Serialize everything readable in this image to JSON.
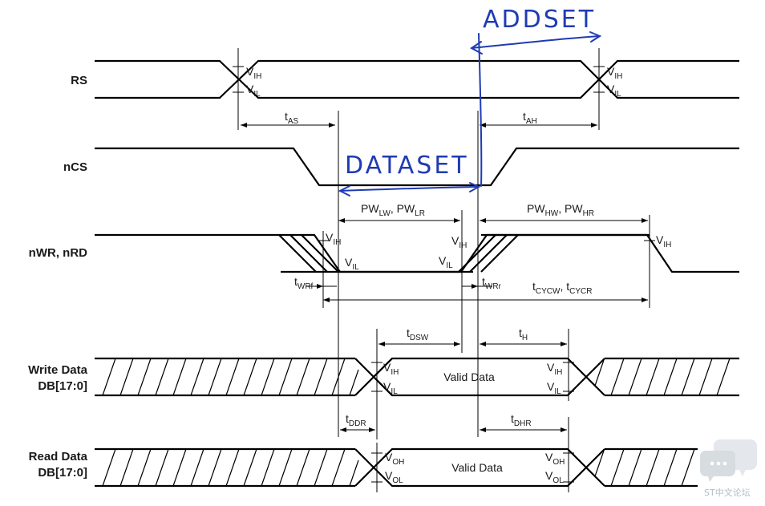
{
  "signals": {
    "rs": "RS",
    "ncs": "nCS",
    "nwr": "nWR, nRD",
    "write_data_1": "Write Data",
    "write_data_2": "DB[17:0]",
    "read_data_1": "Read Data",
    "read_data_2": "DB[17:0]"
  },
  "levels": {
    "v": "V",
    "ih": "IH",
    "il": "IL",
    "oh": "OH",
    "ol": "OL"
  },
  "timing": {
    "t": "t",
    "as": "AS",
    "ah": "AH",
    "pw": "PW",
    "lw": "LW",
    "lr": "LR",
    "hw": "HW",
    "hr": "HR",
    "comma": ", ",
    "wrf": "WRf",
    "wrr": "WRr",
    "cycw": "CYCW",
    "cycr": "CYCR",
    "dsw": "DSW",
    "h": "H",
    "ddr": "DDR",
    "dhr": "DHR"
  },
  "data_labels": {
    "valid_data": "Valid Data"
  },
  "annotations": {
    "addset": "ADDSET",
    "dataset": "DATASET"
  },
  "watermark": {
    "text": "ST中文论坛"
  }
}
